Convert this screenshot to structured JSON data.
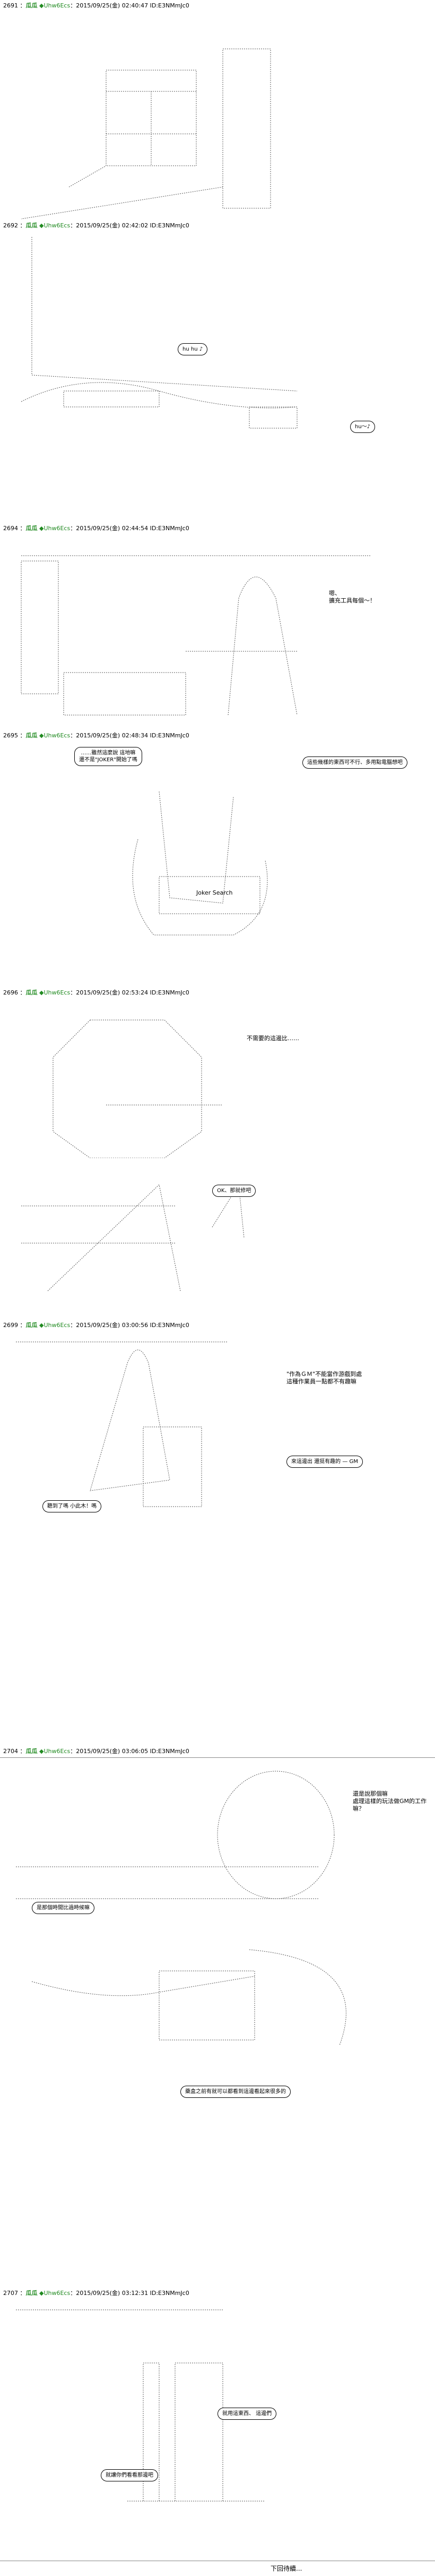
{
  "posts": [
    {
      "num": "2691",
      "name": "瓜瓜",
      "trip": "◆Uhw6Ecs",
      "date": "2015/09/25(金) 02:40:47",
      "id": "ID:E3NMmJc0"
    },
    {
      "num": "2692",
      "name": "瓜瓜",
      "trip": "◆Uhw6Ecs",
      "date": "2015/09/25(金) 02:42:02",
      "id": "ID:E3NMmJc0"
    },
    {
      "num": "2694",
      "name": "瓜瓜",
      "trip": "◆Uhw6Ecs",
      "date": "2015/09/25(金) 02:44:54",
      "id": "ID:E3NMmJc0"
    },
    {
      "num": "2695",
      "name": "瓜瓜",
      "trip": "◆Uhw6Ecs",
      "date": "2015/09/25(金) 02:48:34",
      "id": "ID:E3NMmJc0"
    },
    {
      "num": "2696",
      "name": "瓜瓜",
      "trip": "◆Uhw6Ecs",
      "date": "2015/09/25(金) 02:53:24",
      "id": "ID:E3NMmJc0"
    },
    {
      "num": "2699",
      "name": "瓜瓜",
      "trip": "◆Uhw6Ecs",
      "date": "2015/09/25(金) 03:00:56",
      "id": "ID:E3NMmJc0"
    },
    {
      "num": "2704",
      "name": "瓜瓜",
      "trip": "◆Uhw6Ecs",
      "date": "2015/09/25(金) 03:06:05",
      "id": "ID:E3NMmJc0"
    },
    {
      "num": "2707",
      "name": "瓜瓜",
      "trip": "◆Uhw6Ecs",
      "date": "2015/09/25(金) 03:12:31",
      "id": "ID:E3NMmJc0"
    }
  ],
  "dialogue": {
    "p2692_bubble1": "hu hu ♪",
    "p2692_bubble2": "hu～♪",
    "p2694_line": "嗯、\n擴充工具每個～！",
    "p2695_bubble1": "……雖然這麼說 這地嘛\n還不是\"JOKER\"開始了嗎",
    "p2695_bubble2": "這些幾樣的東西可不行、多用點電腦想吧",
    "p2695_screen": "Joker Search",
    "p2696_line": "不需要的這邊比……",
    "p2696_bubble": "OK、那就修吧",
    "p2699_line1": "\"作為ＧＭ\"不能當作游戲到處\n這種作業員一點都不有趣嘛",
    "p2699_bubble_gm": "來這邊出 還挺有趣的 — GM",
    "p2699_bubble_small": "聽到了嗎 小此木！嗎",
    "p2704_line": "還是說那個嘛\n處理這樣的玩法做GM的工作嘛？",
    "p2704_bubble1": "是那個時間比過時候嘛",
    "p2704_bubble2": "藥盒之前有就可以都看到這邊看起來很多的",
    "p2707_bubble1": "就用這東西、 這邊們",
    "p2707_bubble2": "就讓你們看看那邊吧",
    "footer": "下回待續..."
  }
}
